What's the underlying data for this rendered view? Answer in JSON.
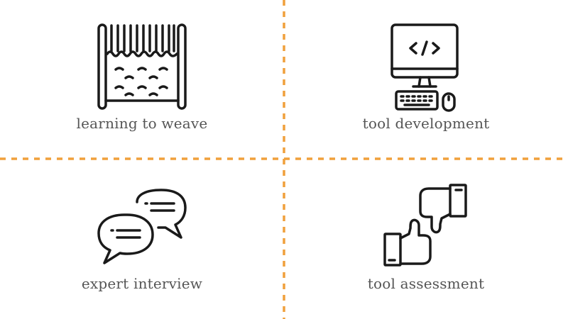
{
  "colors": {
    "divider": "#f0a03c",
    "icon_stroke": "#1a1a1a",
    "label_text": "#555555"
  },
  "quadrants": [
    {
      "label": "learning to weave",
      "icon": "loom-icon"
    },
    {
      "label": "tool development",
      "icon": "computer-icon"
    },
    {
      "label": "expert interview",
      "icon": "speech-bubbles-icon"
    },
    {
      "label": "tool assessment",
      "icon": "thumbs-up-down-icon"
    }
  ]
}
